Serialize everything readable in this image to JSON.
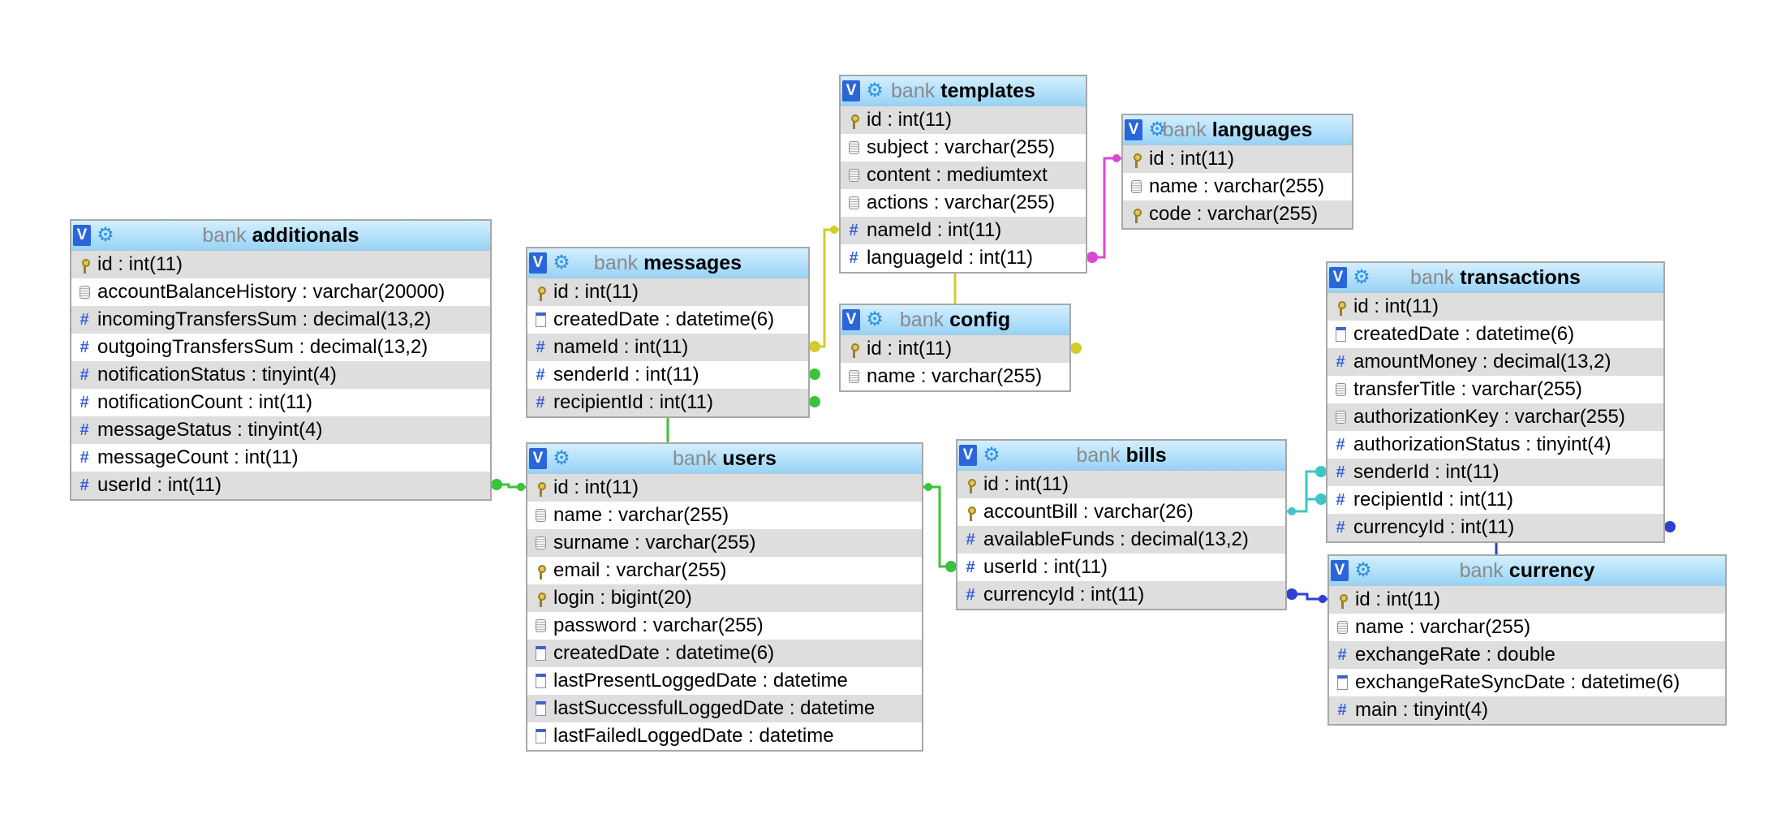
{
  "tables": [
    {
      "id": "additionals",
      "schema": "bank",
      "name": "additionals",
      "fields": [
        {
          "icon": "key",
          "text": "id : int(11)"
        },
        {
          "icon": "txt",
          "text": "accountBalanceHistory : varchar(20000)"
        },
        {
          "icon": "hash",
          "text": "incomingTransfersSum : decimal(13,2)"
        },
        {
          "icon": "hash",
          "text": "outgoingTransfersSum : decimal(13,2)"
        },
        {
          "icon": "hash",
          "text": "notificationStatus : tinyint(4)"
        },
        {
          "icon": "hash",
          "text": "notificationCount : int(11)"
        },
        {
          "icon": "hash",
          "text": "messageStatus : tinyint(4)"
        },
        {
          "icon": "hash",
          "text": "messageCount : int(11)"
        },
        {
          "icon": "hash",
          "text": "userId : int(11)"
        }
      ]
    },
    {
      "id": "messages",
      "schema": "bank",
      "name": "messages",
      "fields": [
        {
          "icon": "key",
          "text": "id : int(11)"
        },
        {
          "icon": "date",
          "text": "createdDate : datetime(6)"
        },
        {
          "icon": "hash",
          "text": "nameId : int(11)"
        },
        {
          "icon": "hash",
          "text": "senderId : int(11)"
        },
        {
          "icon": "hash",
          "text": "recipientId : int(11)"
        }
      ]
    },
    {
      "id": "templates",
      "schema": "bank",
      "name": "templates",
      "fields": [
        {
          "icon": "key",
          "text": "id : int(11)"
        },
        {
          "icon": "txt",
          "text": "subject : varchar(255)"
        },
        {
          "icon": "txt",
          "text": "content : mediumtext"
        },
        {
          "icon": "txt",
          "text": "actions : varchar(255)"
        },
        {
          "icon": "hash",
          "text": "nameId : int(11)"
        },
        {
          "icon": "hash",
          "text": "languageId : int(11)"
        }
      ]
    },
    {
      "id": "languages",
      "schema": "bank",
      "name": "languages",
      "fields": [
        {
          "icon": "key",
          "text": "id : int(11)"
        },
        {
          "icon": "txt",
          "text": "name : varchar(255)"
        },
        {
          "icon": "key",
          "text": "code : varchar(255)"
        }
      ]
    },
    {
      "id": "config",
      "schema": "bank",
      "name": "config",
      "fields": [
        {
          "icon": "key",
          "text": "id : int(11)"
        },
        {
          "icon": "txt",
          "text": "name : varchar(255)"
        }
      ]
    },
    {
      "id": "users",
      "schema": "bank",
      "name": "users",
      "fields": [
        {
          "icon": "key",
          "text": "id : int(11)"
        },
        {
          "icon": "txt",
          "text": "name : varchar(255)"
        },
        {
          "icon": "txt",
          "text": "surname : varchar(255)"
        },
        {
          "icon": "key",
          "text": "email : varchar(255)"
        },
        {
          "icon": "key",
          "text": "login : bigint(20)"
        },
        {
          "icon": "txt",
          "text": "password : varchar(255)"
        },
        {
          "icon": "date",
          "text": "createdDate : datetime(6)"
        },
        {
          "icon": "date",
          "text": "lastPresentLoggedDate : datetime"
        },
        {
          "icon": "date",
          "text": "lastSuccessfulLoggedDate : datetime"
        },
        {
          "icon": "date",
          "text": "lastFailedLoggedDate : datetime"
        }
      ]
    },
    {
      "id": "bills",
      "schema": "bank",
      "name": "bills",
      "fields": [
        {
          "icon": "key",
          "text": "id : int(11)"
        },
        {
          "icon": "key",
          "text": "accountBill : varchar(26)"
        },
        {
          "icon": "hash",
          "text": "availableFunds : decimal(13,2)"
        },
        {
          "icon": "hash",
          "text": "userId : int(11)"
        },
        {
          "icon": "hash",
          "text": "currencyId : int(11)"
        }
      ]
    },
    {
      "id": "transactions",
      "schema": "bank",
      "name": "transactions",
      "fields": [
        {
          "icon": "key",
          "text": "id : int(11)"
        },
        {
          "icon": "date",
          "text": "createdDate : datetime(6)"
        },
        {
          "icon": "hash",
          "text": "amountMoney : decimal(13,2)"
        },
        {
          "icon": "txt",
          "text": "transferTitle : varchar(255)"
        },
        {
          "icon": "txt",
          "text": "authorizationKey : varchar(255)"
        },
        {
          "icon": "hash",
          "text": "authorizationStatus : tinyint(4)"
        },
        {
          "icon": "hash",
          "text": "senderId : int(11)"
        },
        {
          "icon": "hash",
          "text": "recipientId : int(11)"
        },
        {
          "icon": "hash",
          "text": "currencyId : int(11)"
        }
      ]
    },
    {
      "id": "currency",
      "schema": "bank",
      "name": "currency",
      "fields": [
        {
          "icon": "key",
          "text": "id : int(11)"
        },
        {
          "icon": "txt",
          "text": "name : varchar(255)"
        },
        {
          "icon": "hash",
          "text": "exchangeRate : double"
        },
        {
          "icon": "date",
          "text": "exchangeRateSyncDate : datetime(6)"
        },
        {
          "icon": "hash",
          "text": "main : tinyint(4)"
        }
      ]
    }
  ],
  "relations": [
    {
      "from": "additionals.userId",
      "to": "users.id",
      "color": "#3cc23c"
    },
    {
      "from": "messages.senderId",
      "to": "users.id",
      "color": "#3cc23c"
    },
    {
      "from": "messages.recipientId",
      "to": "users.id",
      "color": "#3cc23c"
    },
    {
      "from": "messages.nameId",
      "to": "templates.nameId",
      "color": "#d4cc2a"
    },
    {
      "from": "config.id",
      "to": "templates.nameId",
      "color": "#d4cc2a"
    },
    {
      "from": "templates.languageId",
      "to": "languages.id",
      "color": "#d94ad4"
    },
    {
      "from": "bills.userId",
      "to": "users.id",
      "color": "#3cc23c"
    },
    {
      "from": "transactions.senderId",
      "to": "bills.accountBill",
      "color": "#3ec6c6"
    },
    {
      "from": "transactions.recipientId",
      "to": "bills.accountBill",
      "color": "#3ec6c6"
    },
    {
      "from": "transactions.currencyId",
      "to": "currency.id",
      "color": "#2f3fd0"
    },
    {
      "from": "bills.currencyId",
      "to": "currency.id",
      "color": "#2f3fd0"
    }
  ],
  "icons": {
    "v": "V",
    "gear": "⚙",
    "hash": "#"
  },
  "colors": {
    "header": "#b3e0fb",
    "odd_row": "#dedede",
    "border": "#a8a8a8"
  }
}
